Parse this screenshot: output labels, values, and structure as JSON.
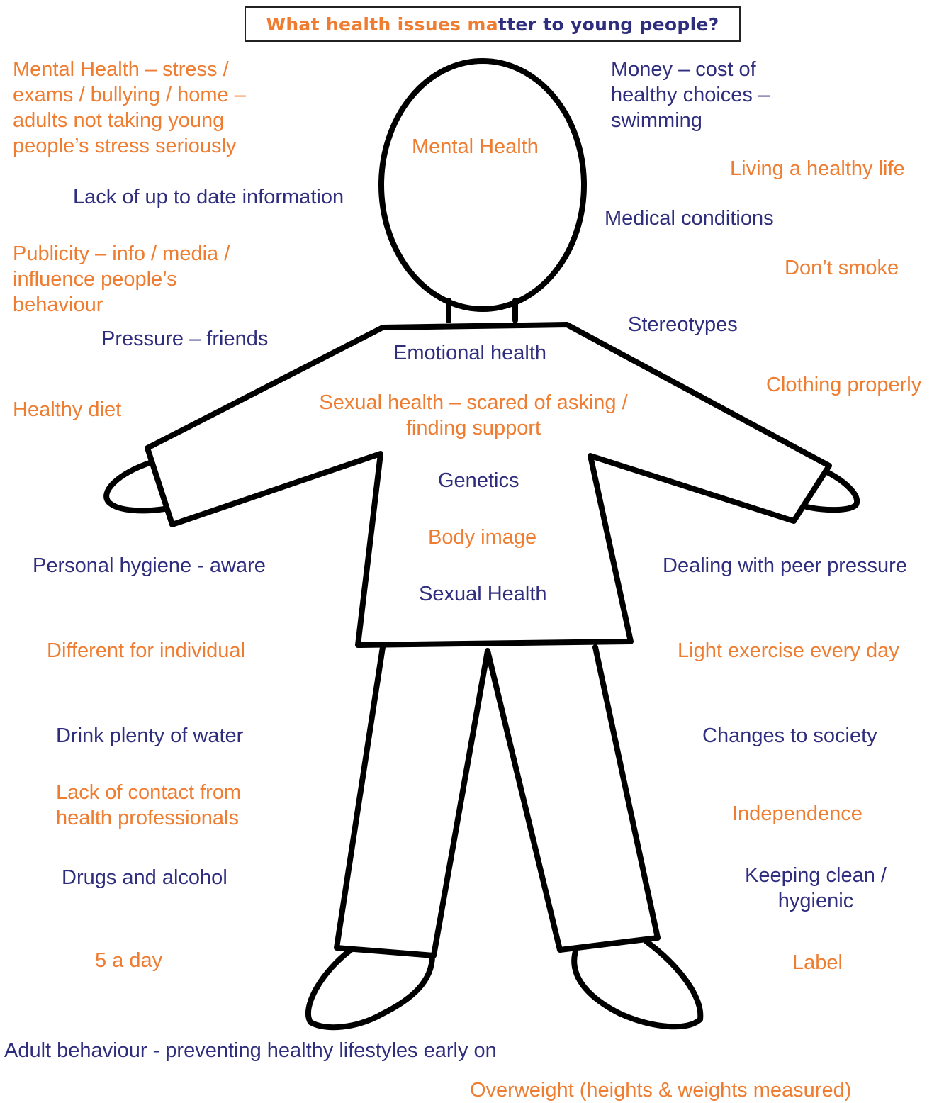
{
  "title": {
    "part1": "What health issues ma",
    "part2": "tter to young people?"
  },
  "colors": {
    "orange": "#ee7d31",
    "navy": "#2f2d7d",
    "outline": "#000000"
  },
  "labels": {
    "mental_health_stress": "Mental Health – stress /\nexams / bullying / home –\nadults not taking young\npeople’s stress seriously",
    "lack_info": "Lack of up to date information",
    "publicity": "Publicity – info / media /\ninfluence people’s\nbehaviour",
    "pressure_friends": "Pressure – friends",
    "healthy_diet": "Healthy diet",
    "personal_hygiene": "Personal hygiene - aware",
    "different_individual": "Different for individual",
    "drink_water": "Drink plenty of water",
    "lack_contact": "Lack of contact from\nhealth professionals",
    "drugs_alcohol": "Drugs and alcohol",
    "five_a_day": "5 a day",
    "adult_behaviour": "Adult behaviour - preventing healthy lifestyles early on",
    "money": "Money – cost of\nhealthy choices –\nswimming",
    "living_healthy": "Living a healthy life",
    "medical_conditions": "Medical conditions",
    "dont_smoke": "Don’t smoke",
    "stereotypes": "Stereotypes",
    "clothing": "Clothing properly",
    "peer_pressure": "Dealing with peer pressure",
    "light_exercise": "Light exercise every day",
    "changes_society": "Changes to society",
    "independence": "Independence",
    "keeping_clean": "Keeping clean /\nhygienic",
    "label": "Label",
    "overweight": "Overweight (heights & weights measured)",
    "head_mental": "Mental Health",
    "emotional": "Emotional health",
    "sexual_health_support": "Sexual health – scared of asking /\nfinding support",
    "genetics": "Genetics",
    "body_image": "Body image",
    "sexual_health": "Sexual Health"
  }
}
